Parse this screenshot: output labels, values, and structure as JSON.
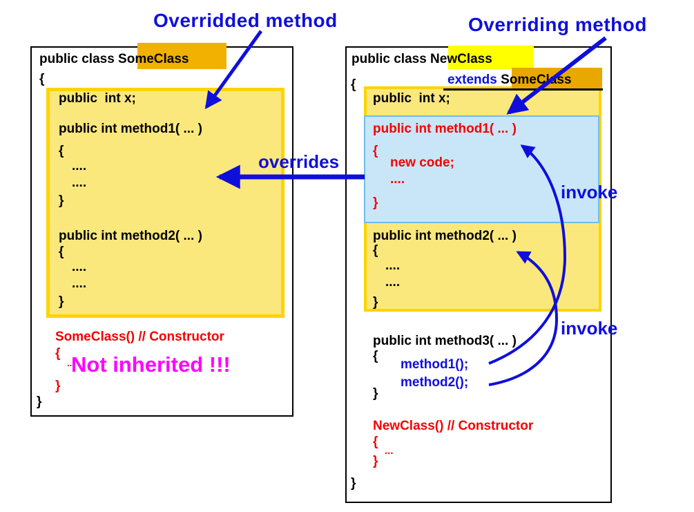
{
  "colors": {
    "blue": "#0f0fdc",
    "red": "#f50000",
    "magenta": "#ff00ff",
    "boxyellow": "#fbe87d",
    "boxgold": "#ffd300",
    "boxblue": "#c9e6f8",
    "boxblueborder": "#70bce8",
    "goldhl": "#f2b100",
    "yellowhl": "#ffff00",
    "amberhl": "#e9a800"
  },
  "annotations": {
    "overridded_label": "Overridded method",
    "overriding_label": "Overriding method",
    "overrides_label": "overrides",
    "invoke_label_1": "invoke",
    "invoke_label_2": "invoke"
  },
  "symbols": {
    "brace_open": "{",
    "brace_close": "}",
    "dots4": "....",
    "dots3": "..."
  },
  "left_class": {
    "title_prefix": "public class ",
    "title_name": "SomeClass",
    "field": "public  int x;",
    "method1_sig": "public int method1( ... )",
    "method2_sig": "public int method2( ... )",
    "constructor_sig": "SomeClass() // Constructor",
    "not_inherited": "Not inherited !!!"
  },
  "right_class": {
    "title_prefix": "public class ",
    "title_name": "NewClass",
    "extends_keyword": "extends ",
    "extends_name": "SomeClass",
    "field": "public  int x;",
    "method1_sig": "public int method1( ... )",
    "new_code": "new code;",
    "method2_sig": "public int method2( ... )",
    "method3_sig": "public int method3( ... )",
    "call1": "method1();",
    "call2": "method2();",
    "constructor_sig": "NewClass() // Constructor"
  }
}
